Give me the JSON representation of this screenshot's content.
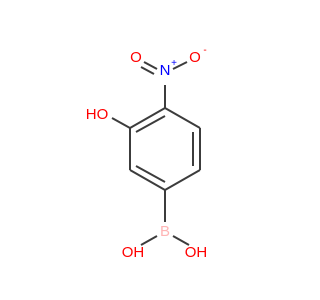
{
  "molecule": {
    "atoms": {
      "nitrogen": {
        "symbol": "N",
        "charge": "+",
        "color": "#0000FF"
      },
      "oxygen_top": {
        "symbol": "O",
        "color": "#FF0000"
      },
      "oxygen_right": {
        "symbol": "O",
        "charge": "-",
        "color": "#FF0000"
      },
      "hydroxyl": {
        "symbol": "HO",
        "color": "#FF0000"
      },
      "boron": {
        "symbol": "B",
        "color": "#FFB5B5"
      },
      "boron_oh_left": {
        "symbol": "OH",
        "color": "#FF0000"
      },
      "boron_oh_right": {
        "symbol": "OH",
        "color": "#FF0000"
      }
    },
    "bond_color": "#3C3C3C"
  }
}
